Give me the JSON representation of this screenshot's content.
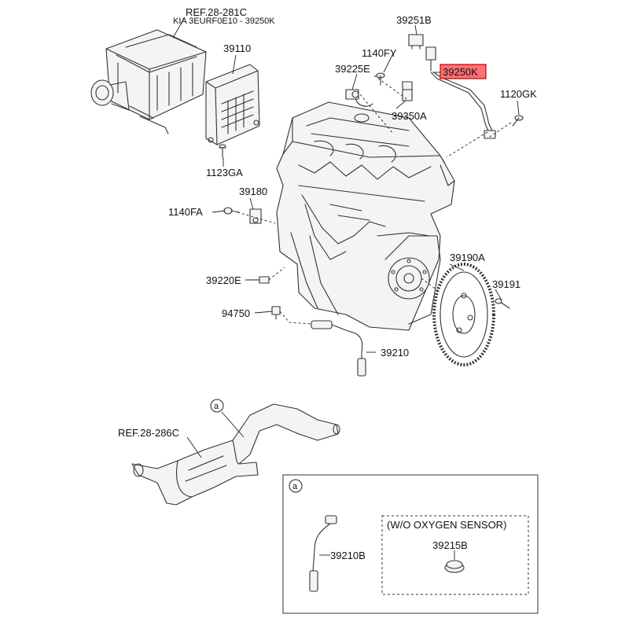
{
  "labels": {
    "ref_top": "REF.28-281C",
    "ref_top_sub": "KIA 3EURF0E10 - 39250K",
    "p39110": "39110",
    "p1123GA": "1123GA",
    "p39251B": "39251B",
    "p1140FY": "1140FY",
    "p39225E": "39225E",
    "p39250K": "39250K",
    "p1120GK": "1120GK",
    "p39350A": "39350A",
    "p39180": "39180",
    "p1140FA": "1140FA",
    "p39190A": "39190A",
    "p39191": "39191",
    "p39220E": "39220E",
    "p94750": "94750",
    "p39210": "39210",
    "callout_a": "a",
    "ref_bottom": "REF.28-286C",
    "inset_a": "a",
    "p39210B": "39210B",
    "wo_oxygen": "(W/O OXYGEN SENSOR)",
    "p39215B": "39215B"
  },
  "highlight_color": "#ff6f73"
}
